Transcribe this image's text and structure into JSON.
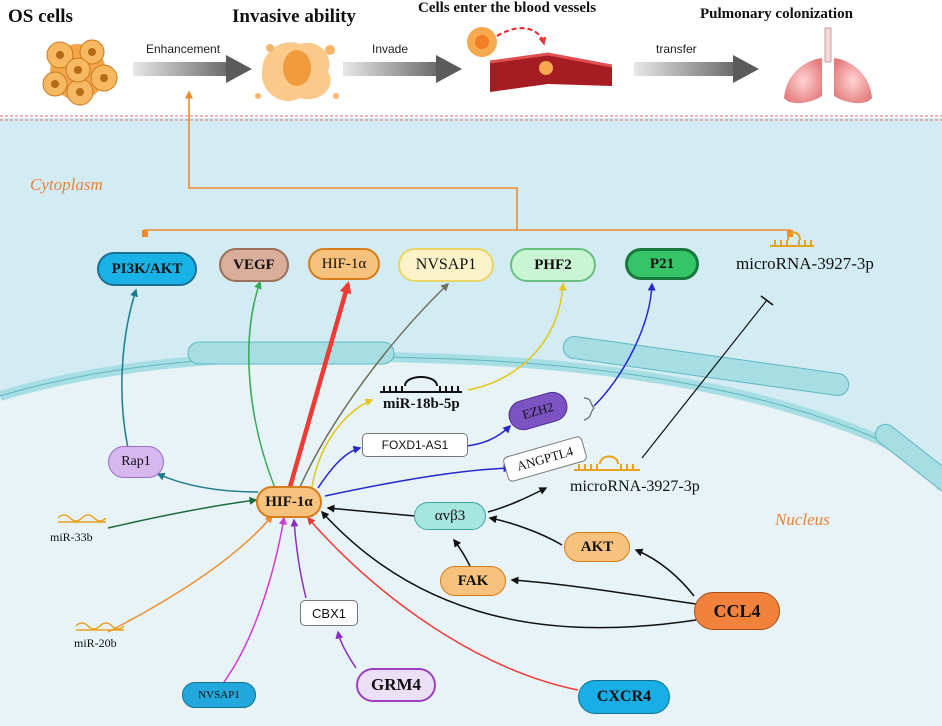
{
  "stages": {
    "os_cells": "OS cells",
    "invasive": "Invasive ability",
    "blood": "Cells enter the blood vessels",
    "pulmonary": "Pulmonary colonization"
  },
  "flow": {
    "enhancement": "Enhancement",
    "invade": "Invade",
    "transfer": "transfer"
  },
  "regions": {
    "cytoplasm": "Cytoplasm",
    "nucleus": "Nucleus"
  },
  "cytoplasm_nodes": {
    "pi3k_akt": "PI3K/AKT",
    "vegf": "VEGF",
    "hif1a_top": "HIF-1α",
    "nvsap1_top": "NVSAP1",
    "phf2": "PHF2",
    "p21": "P21",
    "microrna_top": "microRNA-3927-3p"
  },
  "nucleus_nodes": {
    "hif1a": "HIF-1α",
    "rap1": "Rap1",
    "mir18b": "miR-18b-5p",
    "foxd1": "FOXD1-AS1",
    "ezh2": "EZH2",
    "angptl4": "ANGPTL4",
    "microrna_nuc": "microRNA-3927-3p",
    "avb3": "αvβ3",
    "akt": "AKT",
    "fak": "FAK",
    "ccl4": "CCL4",
    "mir33b": "miR-33b",
    "mir20b": "miR-20b",
    "cbx1": "CBX1",
    "nvsap1_bottom": "NVSAP1",
    "grm4": "GRM4",
    "cxcr4": "CXCR4"
  },
  "colors": {
    "cell_fill": "#d3ecf3",
    "nucleus_fill": "#e7f3f6",
    "envelope": "#a6dee3",
    "accent_orange": "#f08a2c",
    "strong_red": "#ef3b36"
  }
}
